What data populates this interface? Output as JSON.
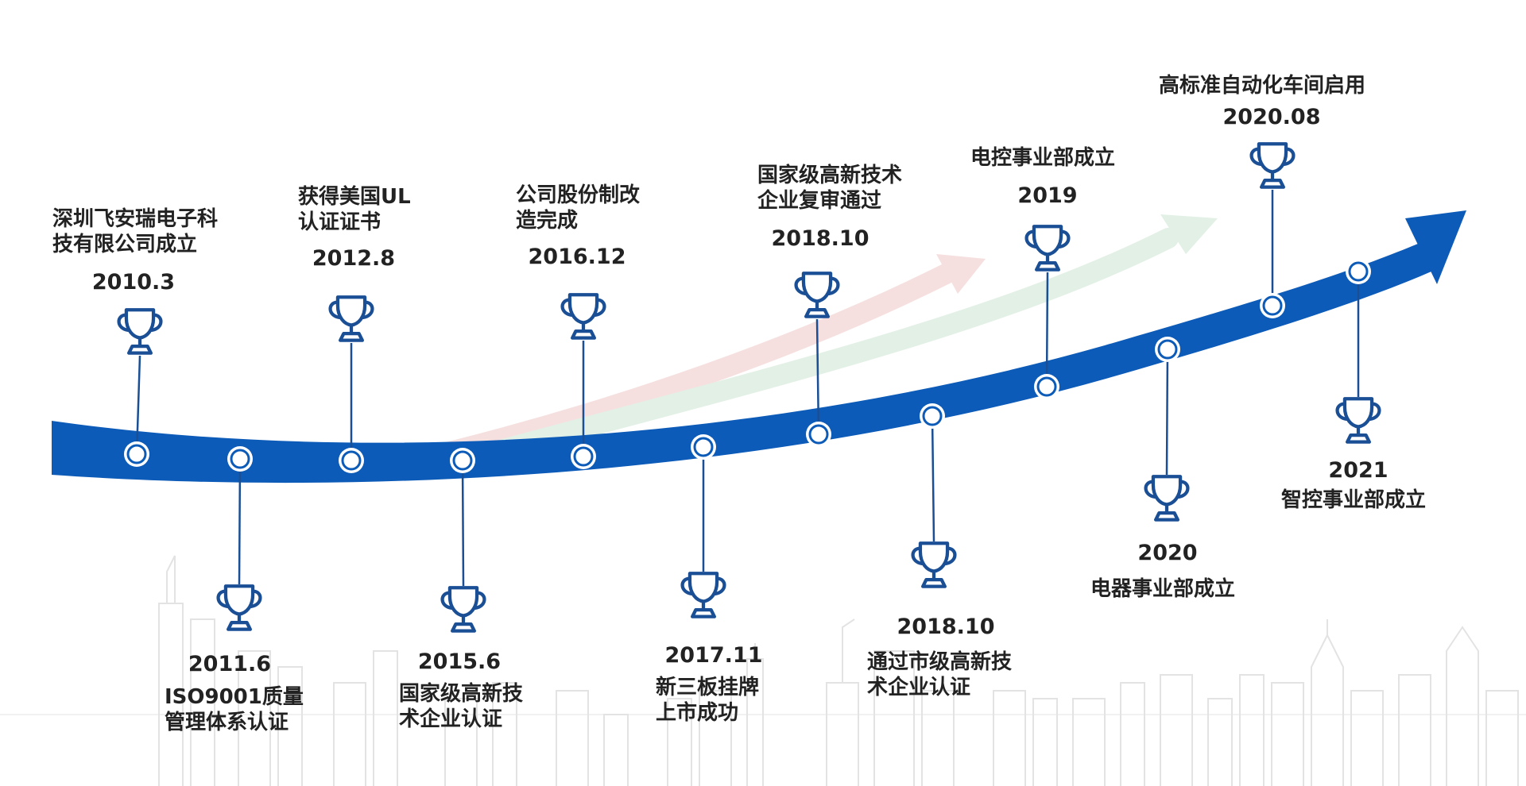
{
  "colors": {
    "arrow_blue": "#0d5bb8",
    "stem_blue": "#1a4f95",
    "faint_red": "#f3d2d2",
    "faint_green": "#d6ebdd",
    "skyline_gray": "#e3e3e3",
    "text": "#222222"
  },
  "icon": "trophy-icon",
  "milestones": [
    {
      "date": "2010.3",
      "lines": [
        "深圳飞安瑞电子科",
        "技有限公司成立"
      ],
      "position": "above"
    },
    {
      "date": "2011.6",
      "lines": [
        "ISO9001质量",
        "管理体系认证"
      ],
      "position": "below"
    },
    {
      "date": "2012.8",
      "lines": [
        "获得美国UL",
        "认证证书"
      ],
      "position": "above"
    },
    {
      "date": "2015.6",
      "lines": [
        "国家级高新技",
        "术企业认证"
      ],
      "position": "below"
    },
    {
      "date": "2016.12",
      "lines": [
        "公司股份制改",
        "造完成"
      ],
      "position": "above"
    },
    {
      "date": "2017.11",
      "lines": [
        "新三板挂牌",
        "上市成功"
      ],
      "position": "below"
    },
    {
      "date": "2018.10",
      "lines": [
        "国家级高新技术",
        "企业复审通过"
      ],
      "position": "above"
    },
    {
      "date": "2018.10",
      "lines": [
        "通过市级高新技",
        "术企业认证"
      ],
      "position": "below"
    },
    {
      "date": "2019",
      "lines": [
        "电控事业部成立"
      ],
      "position": "above"
    },
    {
      "date": "2020",
      "lines": [
        "电器事业部成立"
      ],
      "position": "below"
    },
    {
      "date": "2020.08",
      "lines": [
        "高标准自动化车间启用"
      ],
      "position": "above"
    },
    {
      "date": "2021",
      "lines": [
        "智控事业部成立"
      ],
      "position": "below"
    }
  ]
}
